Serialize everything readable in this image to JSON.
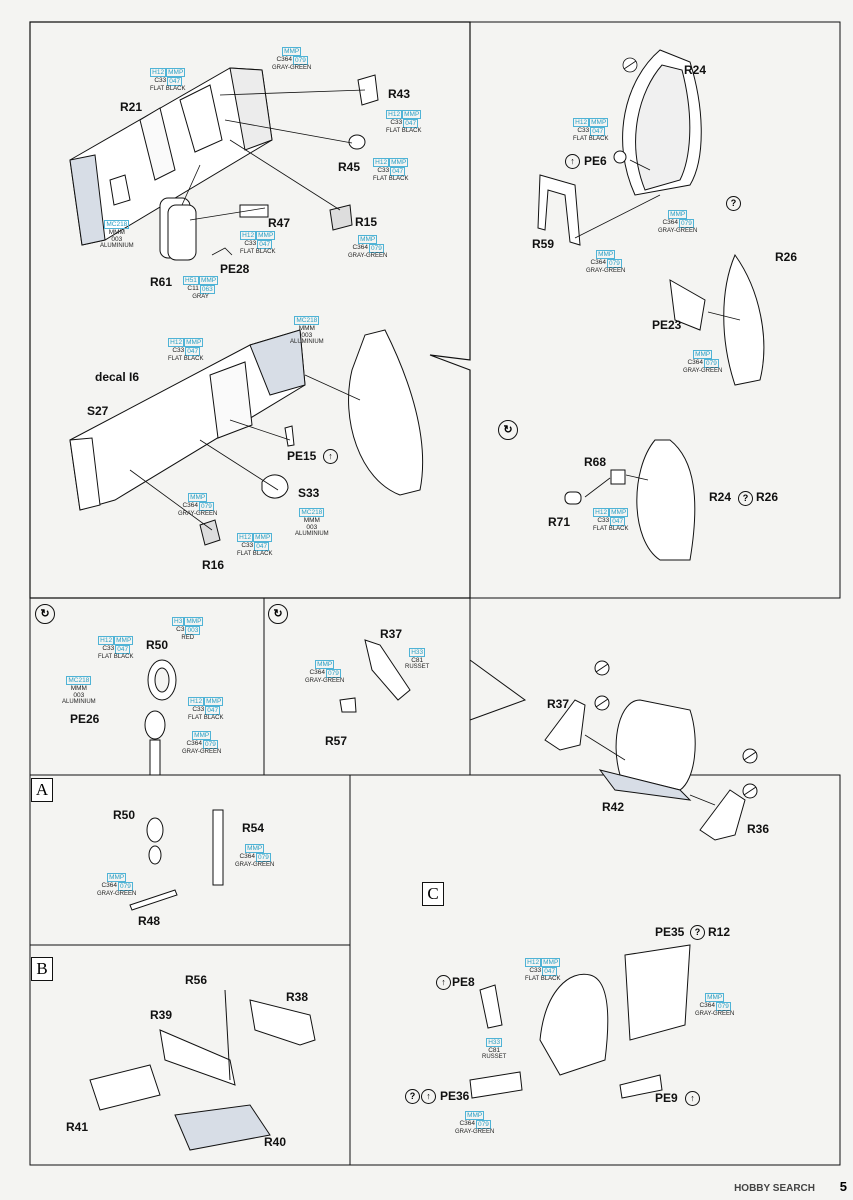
{
  "labels": {
    "R21": "R21",
    "R43": "R43",
    "R45": "R45",
    "R47": "R47",
    "R15": "R15",
    "R61": "R61",
    "PE28": "PE28",
    "R24a": "R24",
    "PE6": "PE6",
    "R59": "R59",
    "R26": "R26",
    "PE23": "PE23",
    "decal": "decal I6",
    "S27": "S27",
    "PE15": "PE15",
    "S33": "S33",
    "R16": "R16",
    "R68": "R68",
    "R71": "R71",
    "R24b": "R24",
    "R26b": "R26",
    "R50": "R50",
    "PE26": "PE26",
    "R37": "R37",
    "R57": "R57",
    "R37b": "R37",
    "R42": "R42",
    "R36": "R36",
    "R50b": "R50",
    "R54": "R54",
    "R48": "R48",
    "R56": "R56",
    "R38": "R38",
    "R39": "R39",
    "R41": "R41",
    "R40": "R40",
    "PE35": "PE35",
    "R12": "R12",
    "PE8": "PE8",
    "PE36": "PE36",
    "PE9": "PE9"
  },
  "boxes": {
    "A": "A",
    "B": "B",
    "C": "C"
  },
  "paints": {
    "flatblack": {
      "h": "H12",
      "m": "MMP",
      "c": "C33",
      "n": "047",
      "name": "FLAT BLACK"
    },
    "graygreen": {
      "h": "",
      "m": "MMP",
      "c": "C364",
      "n": "079",
      "name": "GRAY-GREEN"
    },
    "aluminium": {
      "h": "MC218",
      "m": "MMM",
      "c": "",
      "n": "003",
      "name": "ALUMINIUM"
    },
    "gray": {
      "h": "H51",
      "m": "MMP",
      "c": "C11",
      "n": "063",
      "name": "GRAY"
    },
    "red": {
      "h": "H3",
      "m": "MMP",
      "c": "C3",
      "n": "003",
      "name": "RED"
    },
    "russet": {
      "h": "H33",
      "m": "",
      "c": "C81",
      "n": "",
      "name": "RUSSET"
    }
  },
  "watermark": "HOBBY SEARCH",
  "page_number": "5",
  "colors": {
    "ink": "#111111",
    "paint_code": "#2a9fc4",
    "background": "#f4f4f2"
  }
}
